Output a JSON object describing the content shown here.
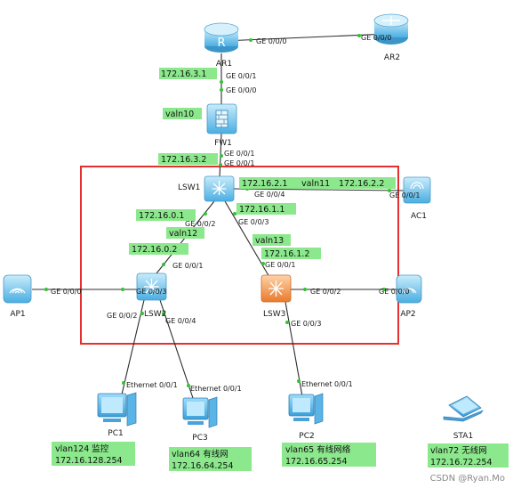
{
  "devices": {
    "AR1": "AR1",
    "AR2": "AR2",
    "FW1": "FW1",
    "LSW1": "LSW1",
    "LSW2": "LSW2",
    "LSW3": "LSW3",
    "AC1": "AC1",
    "AP1": "AP1",
    "AP2": "AP2",
    "PC1": "PC1",
    "PC2": "PC2",
    "PC3": "PC3",
    "STA1": "STA1"
  },
  "ports": {
    "ar1_ar2": "GE 0/0/0",
    "ar2_ar1": "GE 0/0/0",
    "ar1_down": "GE 0/0/1",
    "fw1_up": "GE 0/0/0",
    "fw1_down_a": "GE 0/0/1",
    "fw1_down_b": "GE 0/0/1",
    "lsw1_ac1": "GE 0/0/4",
    "ac1_lsw1": "GE 0/0/1",
    "lsw1_lsw2": "GE 0/0/2",
    "lsw1_lsw3": "GE 0/0/3",
    "lsw2_up": "GE 0/0/1",
    "lsw2_ap1": "GE 0/0/3",
    "ap1_lsw2": "GE 0/0/0",
    "lsw2_pc1": "GE 0/0/2",
    "lsw2_pc3": "GE 0/0/4",
    "lsw3_up": "GE 0/0/1",
    "lsw3_ap2": "GE 0/0/2",
    "ap2_lsw3": "GE 0/0/0",
    "lsw3_pc2": "GE 0/0/3",
    "pc1_eth": "Ethernet 0/0/1",
    "pc3_eth": "Ethernet 0/0/1",
    "pc2_eth": "Ethernet 0/0/1"
  },
  "annotations": {
    "ip_ar1": "172.16.3.1",
    "vlan_fw1": "valn10",
    "ip_fw1": "172.16.3.2",
    "ip_lsw1_ac": "172.16.2.1",
    "vlan_ac": "valn11",
    "ip_ac1": "172.16.2.2",
    "ip_lsw1_lsw2": "172.16.0.1",
    "vlan_lsw2": "valn12",
    "ip_lsw2": "172.16.0.2",
    "ip_lsw1_lsw3": "172.16.1.1",
    "vlan_lsw3": "valn13",
    "ip_lsw3": "172.16.1.2",
    "pc1_vlan": "vlan124 监控",
    "pc1_net": "172.16.128.254",
    "pc3_vlan": "vlan64 有线网",
    "pc3_net": "172.16.64.254",
    "pc2_vlan": "vlan65 有线网络",
    "pc2_net": "172.16.65.254",
    "sta_vlan": "vlan72 无线网",
    "sta_net": "172.16.72.254"
  },
  "watermark": "CSDN @Ryan.Mo",
  "colors": {
    "annotation_bg": "#8ce88c",
    "highlight_box": "#e53030",
    "device_blue": "#5fb9ea",
    "switch_orange": "#f08a3c",
    "link_dot": "#33c233"
  }
}
